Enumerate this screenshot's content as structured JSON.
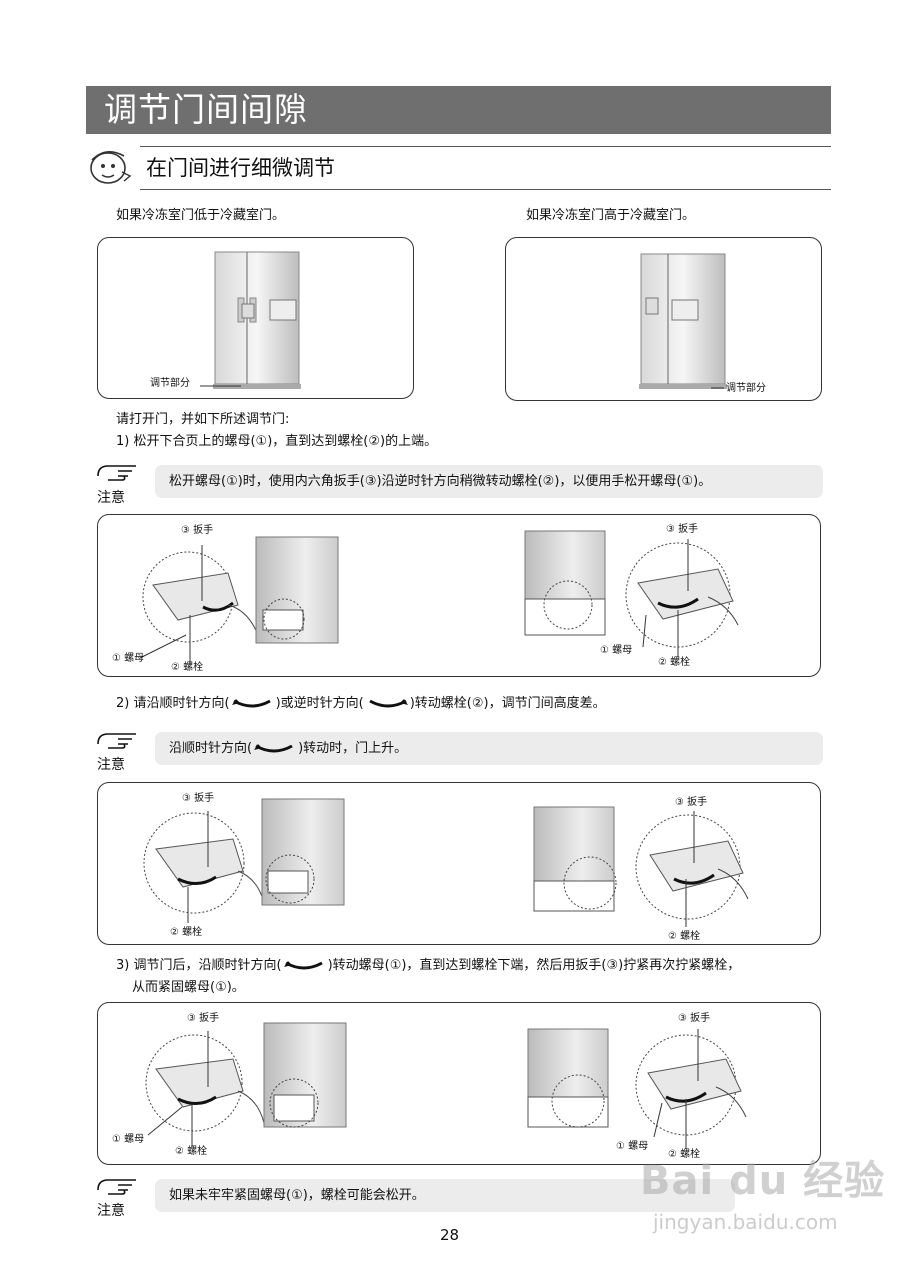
{
  "title": "调节门间间隙",
  "subtitle": "在门间进行细微调节",
  "caption_left": "如果冷冻室门低于冷藏室门。",
  "caption_right": "如果冷冻室门高于冷藏室门。",
  "adjust_label": "调节部分",
  "intro": "请打开门，并如下所述调节门:",
  "step1": "1) 松开下合页上的螺母(①)，直到达到螺栓(②)的上端。",
  "note_label": "注意",
  "note1": "松开螺母(①)时，使用内六角扳手(③)沿逆时针方向稍微转动螺栓(②)，以便用手松开螺母(①)。",
  "step2": {
    "pre": "2) 请沿顺时针方向(",
    "mid": ")或逆时针方向(",
    "post": ")转动螺栓(②)，调节门间高度差。"
  },
  "note2": {
    "pre": "沿顺时针方向(",
    "post": ")转动时，门上升。"
  },
  "step3": {
    "pre": "3) 调节门后，沿顺时针方向(",
    "post": ")转动螺母(①)，直到达到螺栓下端，然后用扳手(③)拧紧再次拧紧螺栓，",
    "line2": "从而紧固螺母(①)。"
  },
  "note3": "如果未牢牢紧固螺母(①)，螺栓可能会松开。",
  "labels": {
    "wrench": "③ 扳手",
    "nut": "① 螺母",
    "bolt": "② 螺栓"
  },
  "page_number": "28",
  "watermark": {
    "brand": "Bai du 经验",
    "url": "jingyan.baidu.com"
  }
}
